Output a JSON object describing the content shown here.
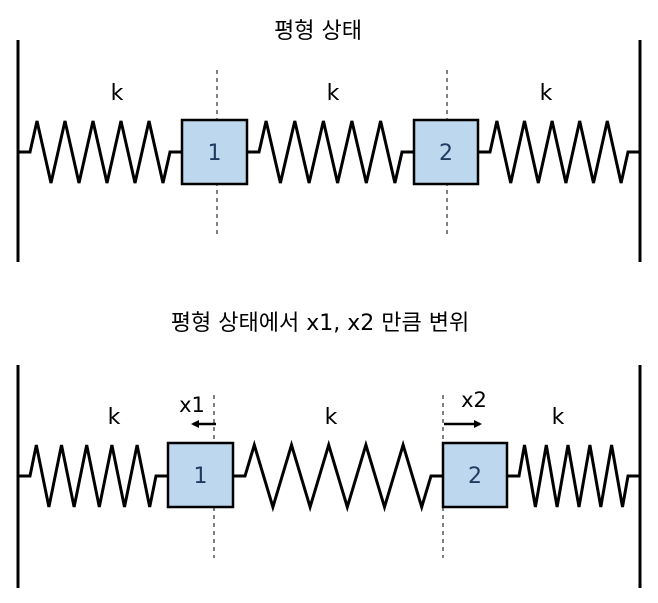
{
  "colors": {
    "mass_fill": "#bdd7ee",
    "stroke": "#000000"
  },
  "panels": [
    {
      "title": "평형 상태",
      "springs": [
        {
          "label": "k"
        },
        {
          "label": "k"
        },
        {
          "label": "k"
        }
      ],
      "masses": [
        {
          "label": "1"
        },
        {
          "label": "2"
        }
      ],
      "displacements": []
    },
    {
      "title": "평형 상태에서 x1, x2 만큼 변위",
      "springs": [
        {
          "label": "k"
        },
        {
          "label": "k"
        },
        {
          "label": "k"
        }
      ],
      "masses": [
        {
          "label": "1"
        },
        {
          "label": "2"
        }
      ],
      "displacements": [
        {
          "label": "x1",
          "direction": "left"
        },
        {
          "label": "x2",
          "direction": "right"
        }
      ]
    }
  ]
}
